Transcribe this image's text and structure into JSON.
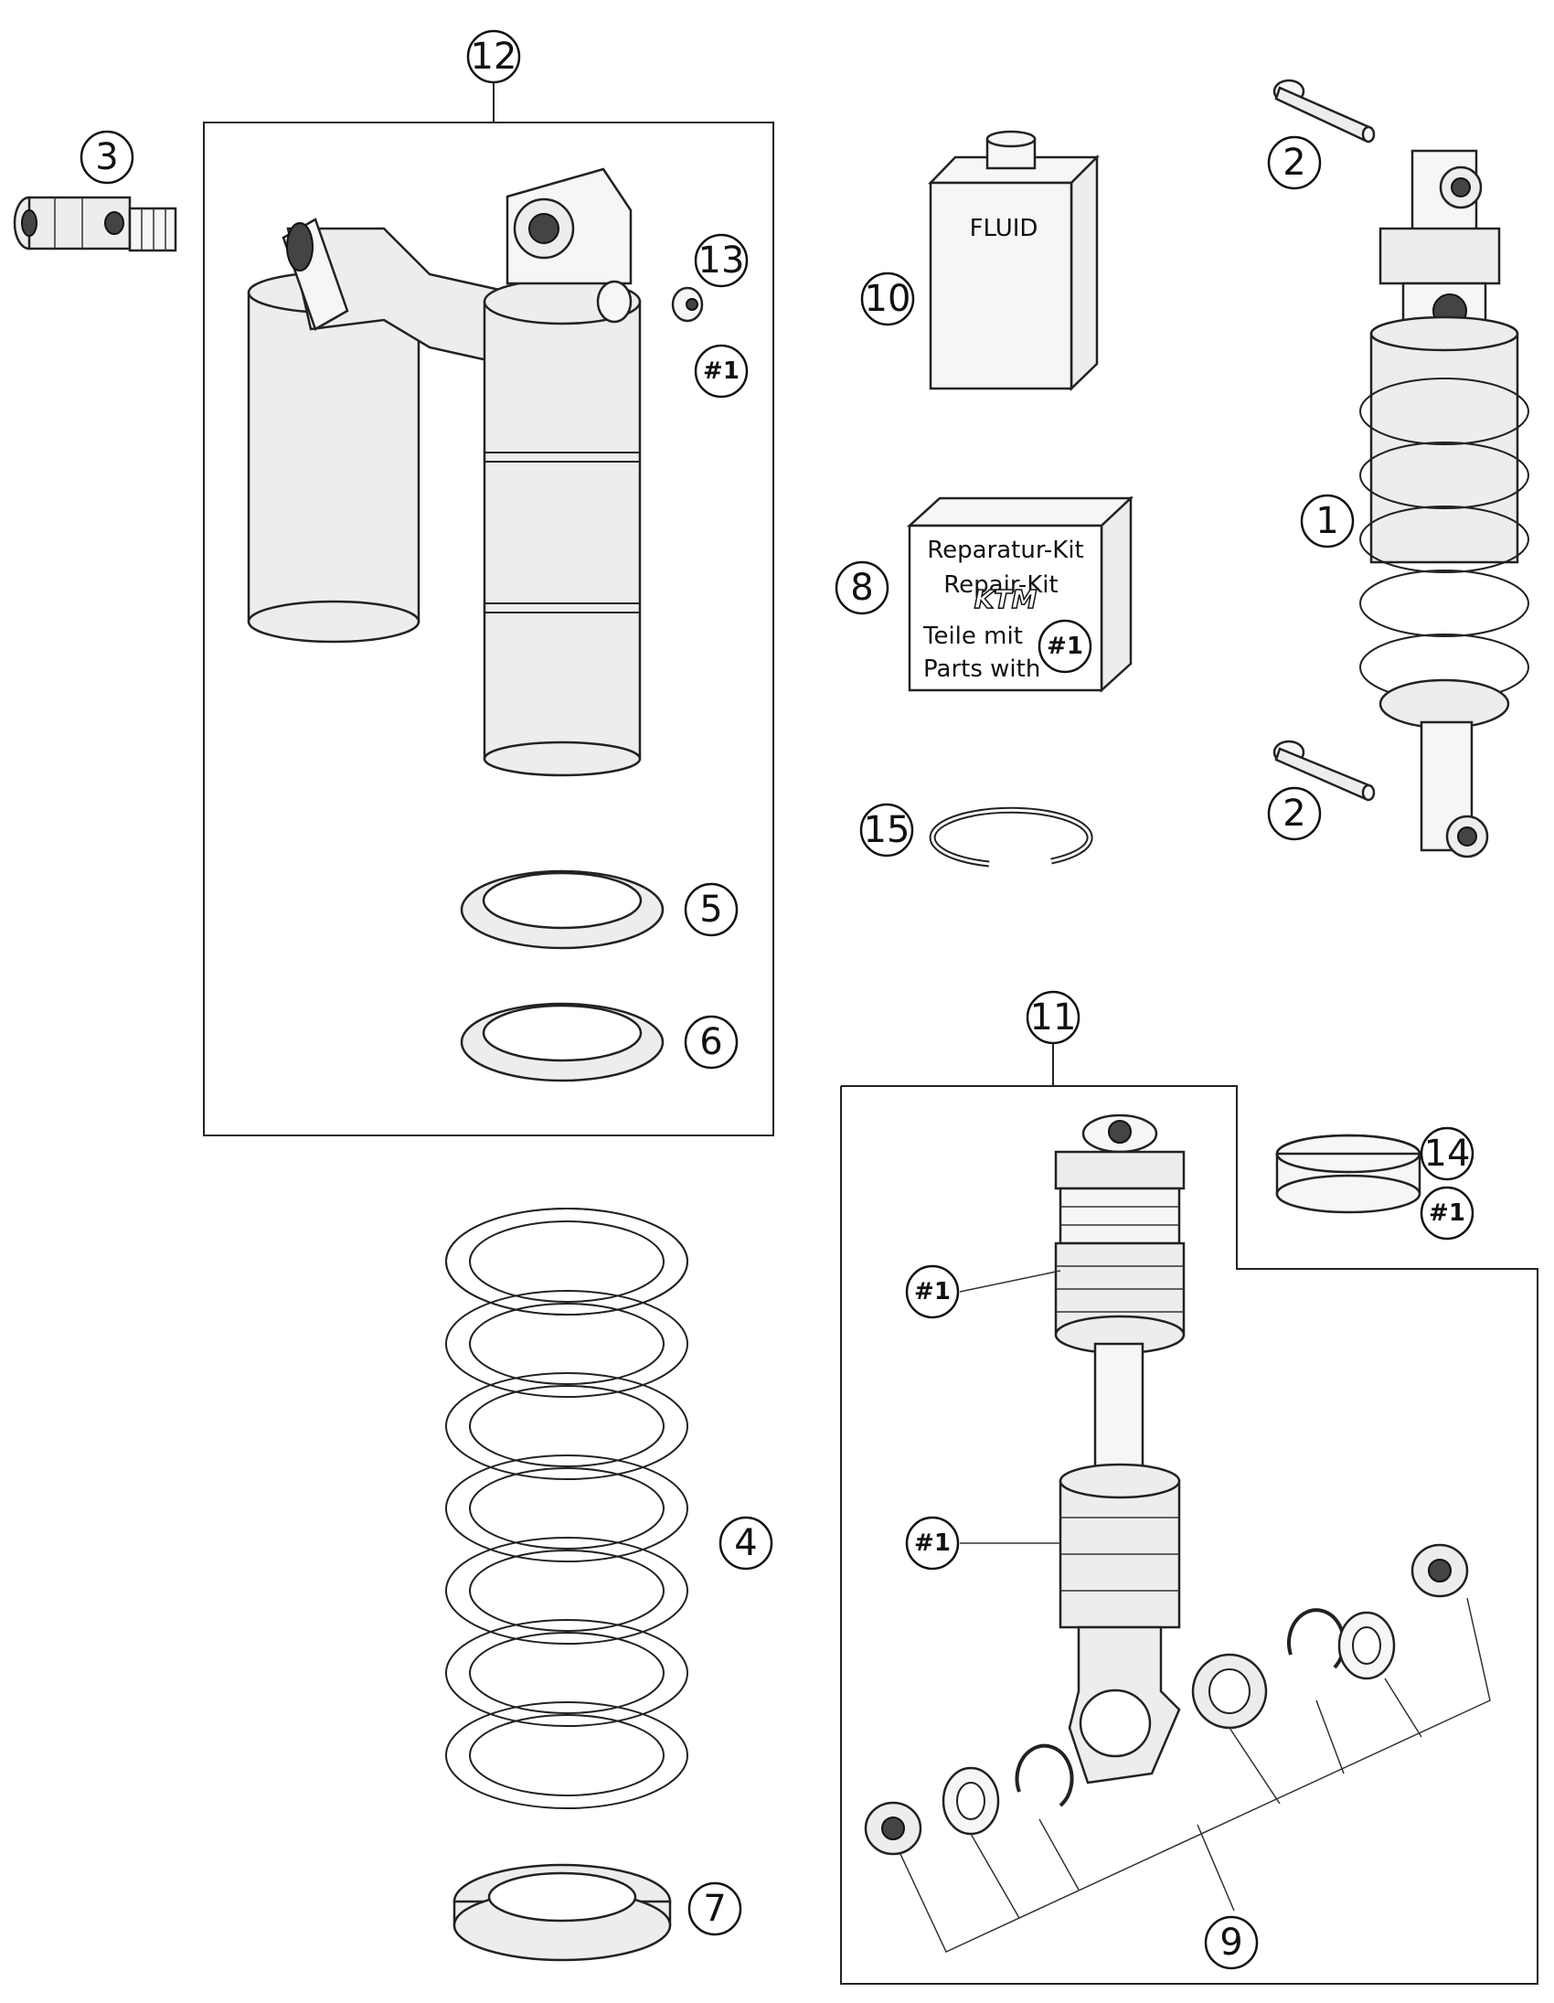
{
  "callouts": {
    "c1": "1",
    "c2a": "2",
    "c2b": "2",
    "c3": "3",
    "c4": "4",
    "c5": "5",
    "c6": "6",
    "c7": "7",
    "c8": "8",
    "c9": "9",
    "c10": "10",
    "c11": "11",
    "c12": "12",
    "c13": "13",
    "c14": "14",
    "c15": "15"
  },
  "refs": {
    "r13": "#1",
    "r14": "#1",
    "r11a": "#1",
    "r11b": "#1",
    "r8": "#1"
  },
  "fluid": {
    "label": "FLUID"
  },
  "repair_kit": {
    "line1": "Reparatur-Kit",
    "line2": "Repair-Kit",
    "logo": "KTM",
    "line3": "Teile mit",
    "line4": "Parts with"
  }
}
